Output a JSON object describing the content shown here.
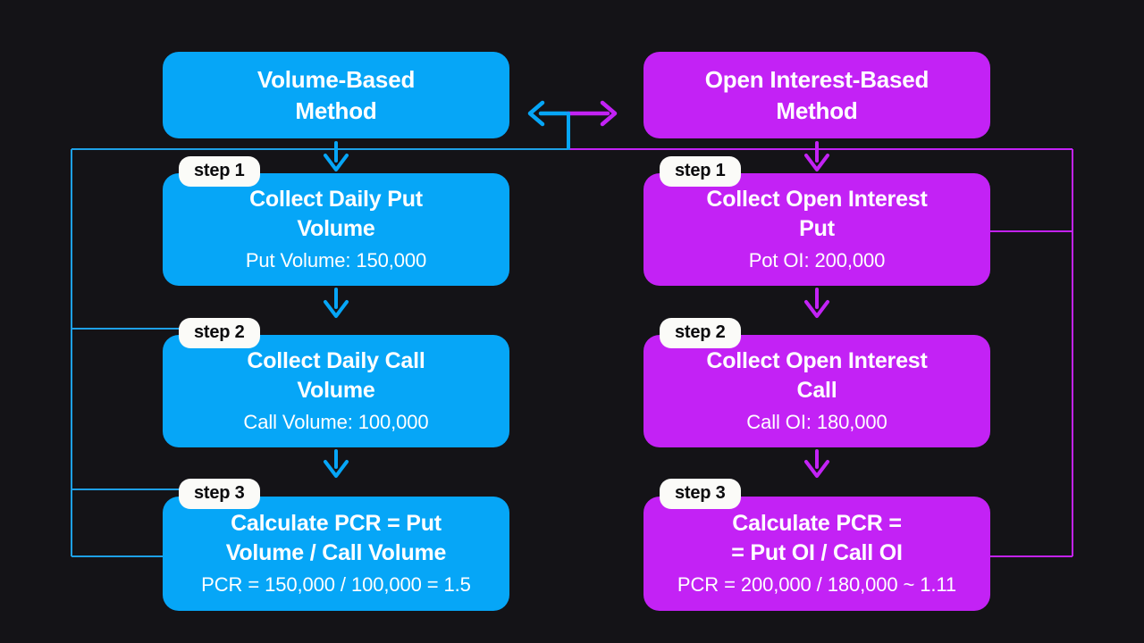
{
  "diagram": {
    "title_hidden": "",
    "background_color": "#141317",
    "columns": [
      {
        "id": "volume-based",
        "accent_color": "#06A6F7",
        "header": {
          "label": "Volume-Based\nMethod"
        },
        "steps": [
          {
            "badge": "step 1",
            "title": "Collect Daily Put\nVolume",
            "value": "Put Volume: 150,000"
          },
          {
            "badge": "step 2",
            "title": "Collect Daily Call\nVolume",
            "value": "Call Volume: 100,000"
          },
          {
            "badge": "step 3",
            "title": "Calculate PCR = Put\nVolume / Call Volume",
            "value": "PCR = 150,000 / 100,000 = 1.5"
          }
        ]
      },
      {
        "id": "open-interest-based",
        "accent_color": "#C322F5",
        "header": {
          "label": "Open Interest-Based\nMethod"
        },
        "steps": [
          {
            "badge": "step 1",
            "title": "Collect Open Interest\nPut",
            "value": "Pot OI: 200,000"
          },
          {
            "badge": "step 2",
            "title": "Collect Open Interest\nCall",
            "value": "Call OI: 180,000"
          },
          {
            "badge": "step 3",
            "title": "Calculate PCR =\n= Put OI / Call OI",
            "value": "PCR = 200,000 / 180,000 ~ 1.11"
          }
        ]
      }
    ],
    "connectors": {
      "compare_arrow": "bidirectional-arrow",
      "badge_text_color": "#0b0b0d",
      "badge_background": "#fbfbf8"
    }
  }
}
